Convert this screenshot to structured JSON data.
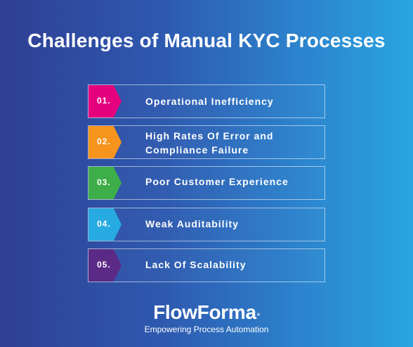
{
  "title": "Challenges of Manual KYC Processes",
  "items": [
    {
      "number": "01.",
      "lines": [
        "Operational Inefficiency"
      ],
      "color": "#e5007e"
    },
    {
      "number": "02.",
      "lines": [
        "High Rates Of Error and",
        "Compliance Failure"
      ],
      "color": "#f7941d"
    },
    {
      "number": "03.",
      "lines": [
        "Poor Customer Experience"
      ],
      "color": "#3dae49"
    },
    {
      "number": "04.",
      "lines": [
        "Weak Auditability"
      ],
      "color": "#27aae1"
    },
    {
      "number": "05.",
      "lines": [
        "Lack Of Scalability"
      ],
      "color": "#5b2a86"
    }
  ],
  "brand": {
    "logo_text": "FlowForma",
    "registered_mark": "®",
    "tagline": "Empowering Process Automation"
  }
}
